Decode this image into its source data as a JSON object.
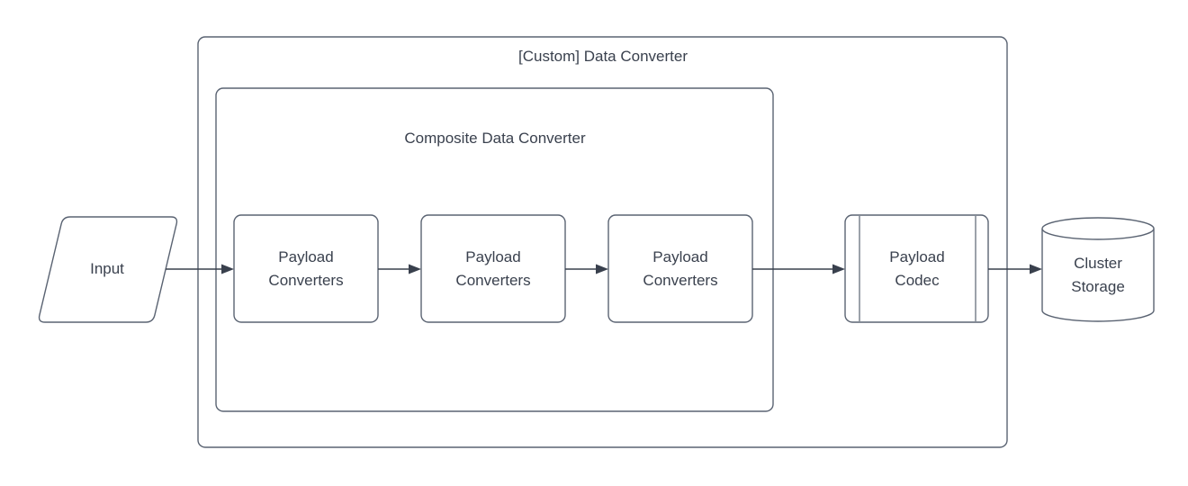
{
  "diagram": {
    "type": "flowchart",
    "groups": {
      "outer": {
        "label": "[Custom] Data Converter"
      },
      "inner": {
        "label": "Composite Data Converter"
      }
    },
    "nodes": {
      "input": {
        "label": "Input",
        "shape": "parallelogram"
      },
      "converter1": {
        "label": "Payload\nConverters",
        "shape": "rounded-rect"
      },
      "converter2": {
        "label": "Payload\nConverters",
        "shape": "rounded-rect"
      },
      "converter3": {
        "label": "Payload\nConverters",
        "shape": "rounded-rect"
      },
      "codec": {
        "label": "Payload\nCodec",
        "shape": "predefined-process"
      },
      "storage": {
        "label": "Cluster\nStorage",
        "shape": "cylinder"
      }
    },
    "edges": [
      {
        "from": "input",
        "to": "converter1"
      },
      {
        "from": "converter1",
        "to": "converter2"
      },
      {
        "from": "converter2",
        "to": "converter3"
      },
      {
        "from": "converter3",
        "to": "codec"
      },
      {
        "from": "codec",
        "to": "storage"
      }
    ],
    "colors": {
      "background": "#ffffff",
      "shape_stroke": "#5a6372",
      "connector": "#39404d",
      "text": "#3a414e"
    }
  }
}
